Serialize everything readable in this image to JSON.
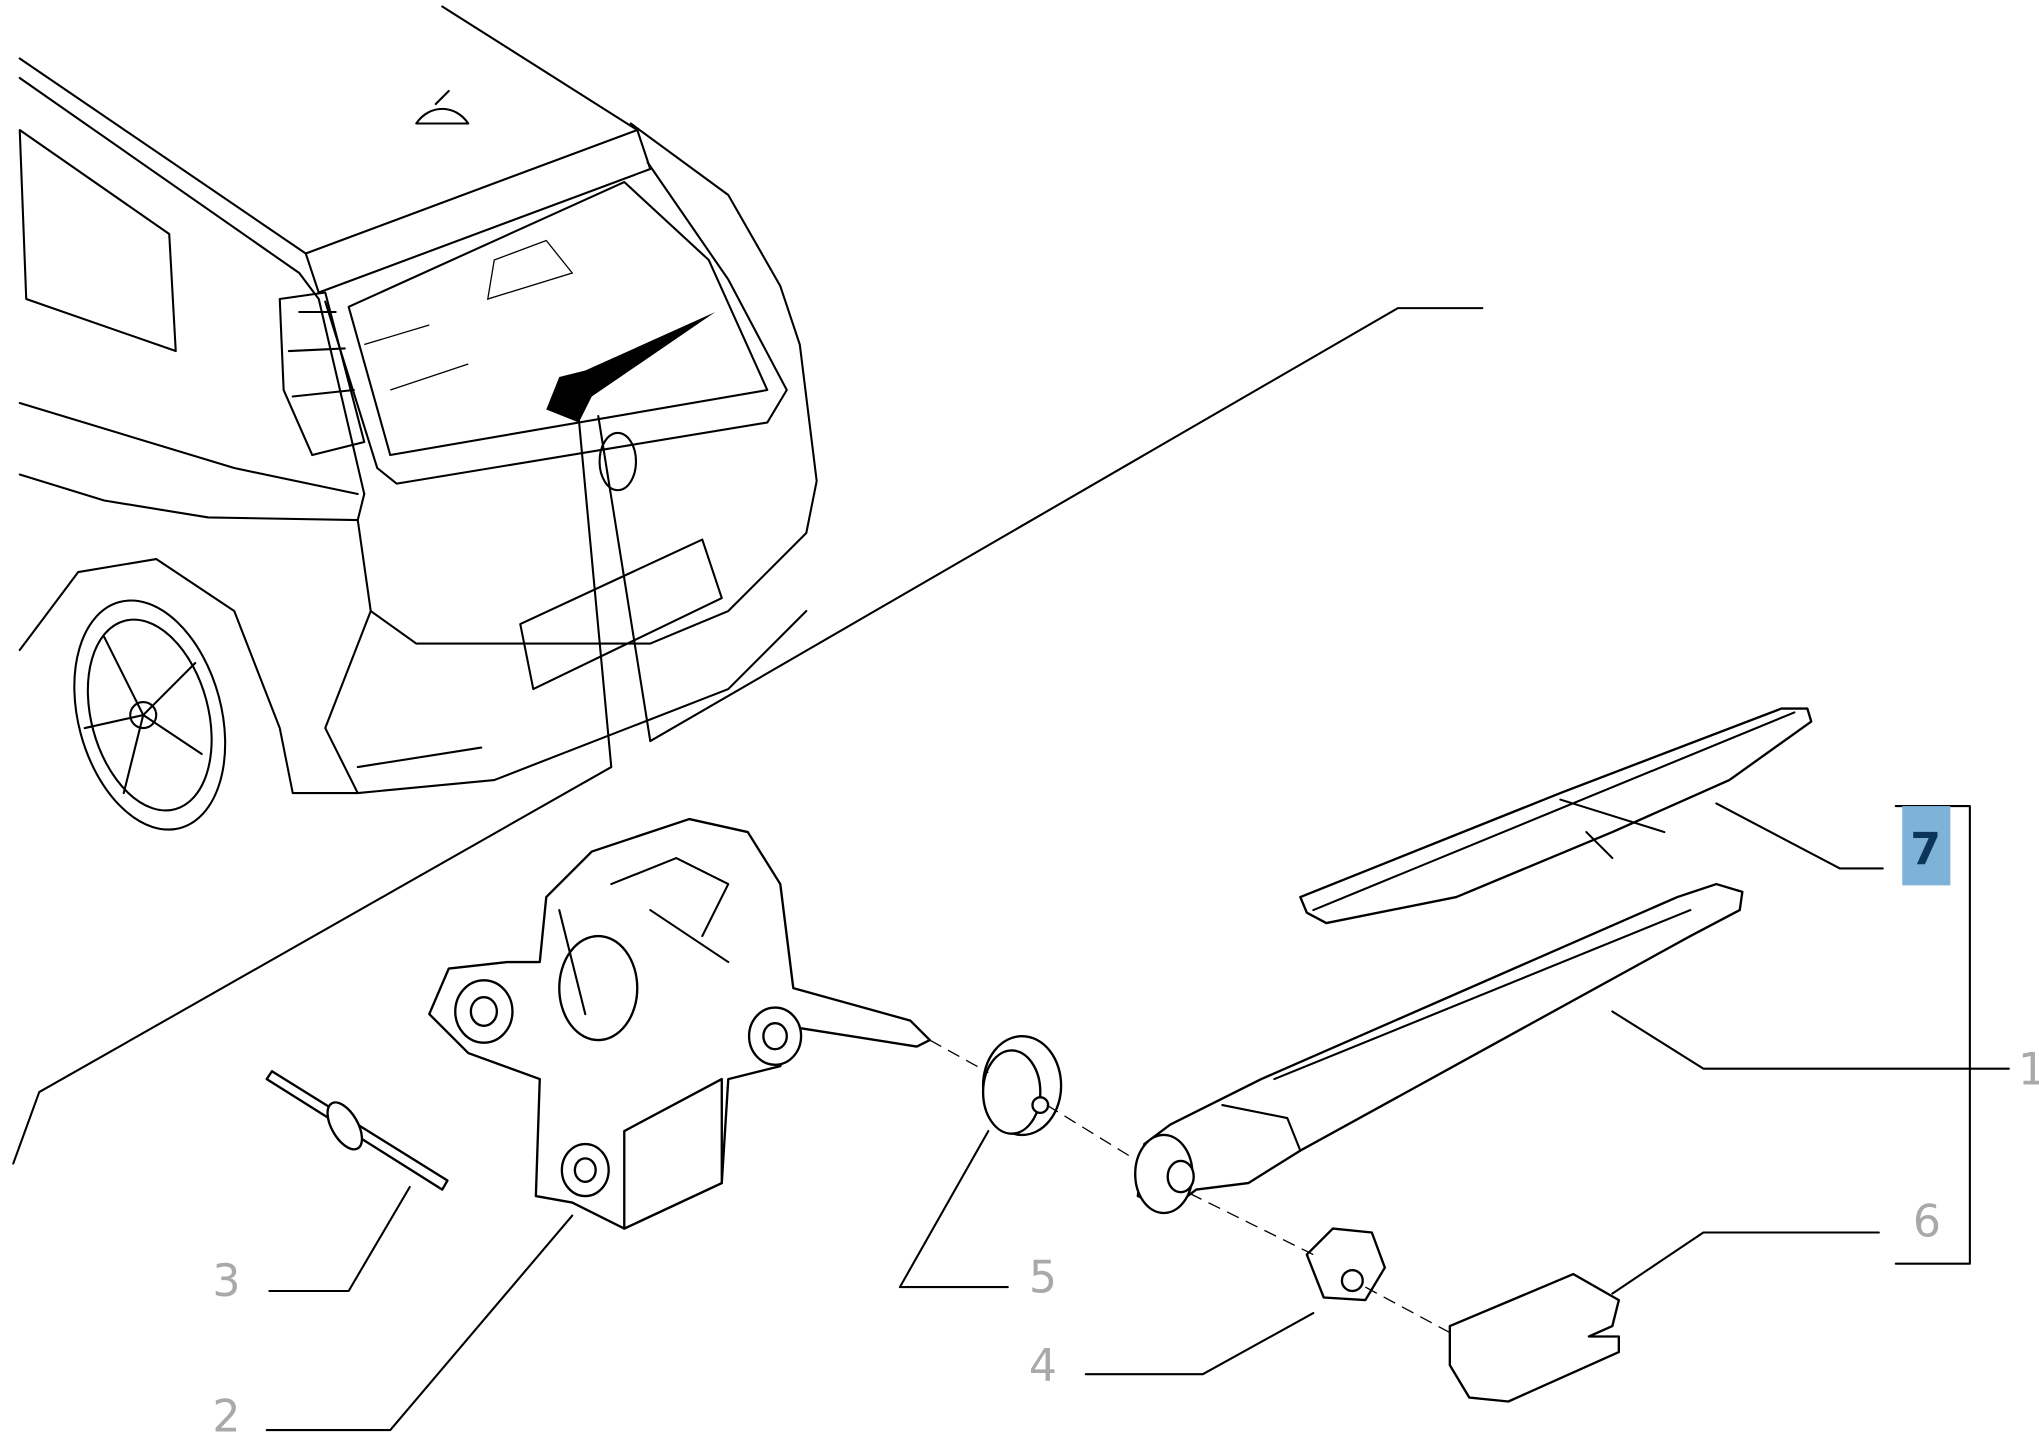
{
  "diagram": {
    "callouts": [
      {
        "id": "1",
        "label": "1",
        "highlighted": false
      },
      {
        "id": "2",
        "label": "2",
        "highlighted": false
      },
      {
        "id": "3",
        "label": "3",
        "highlighted": false
      },
      {
        "id": "4",
        "label": "4",
        "highlighted": false
      },
      {
        "id": "5",
        "label": "5",
        "highlighted": false
      },
      {
        "id": "6",
        "label": "6",
        "highlighted": false
      },
      {
        "id": "7",
        "label": "7",
        "highlighted": true
      }
    ],
    "colors": {
      "label": "#a9a9a9",
      "highlight_bg": "#7fb2d8",
      "highlight_text": "#0b3659",
      "line": "#000000"
    },
    "parts": [
      "car-rear-view",
      "wiper-motor",
      "pin-bolt",
      "nut",
      "seal-grommet",
      "wiper-arm",
      "wiper-blade",
      "nut-cover"
    ]
  }
}
